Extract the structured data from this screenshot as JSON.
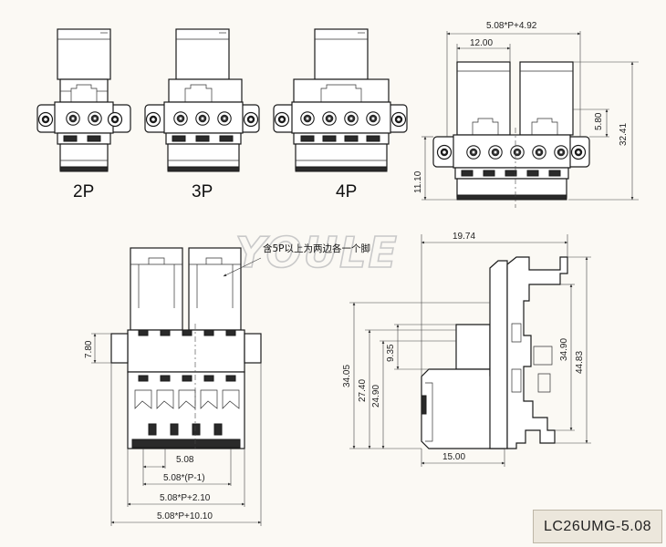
{
  "watermark": "YOULE",
  "variants": {
    "p2": "2P",
    "p3": "3P",
    "p4": "4P"
  },
  "note": "含5P以上为两边各一个脚",
  "dimensions": {
    "top_width": "5.08*P+4.92",
    "top_pitch_pair": "12.00",
    "top_height": "32.41",
    "top_offset": "5.80",
    "top_flange": "11.10",
    "front_height": "7.80",
    "front_pitch": "5.08",
    "front_p_minus_1": "5.08*(P-1)",
    "front_plus_2_10": "5.08*P+2.10",
    "front_plus_10_10": "5.08*P+10.10",
    "side_top_width": "19.74",
    "side_bottom_width": "15.00",
    "side_h_34_05": "34.05",
    "side_h_27_40": "27.40",
    "side_h_24_90": "24.90",
    "side_h_9_35": "9.35",
    "side_h_34_90": "34.90",
    "side_h_44_83": "44.83"
  },
  "model": "LC26UMG-5.08"
}
